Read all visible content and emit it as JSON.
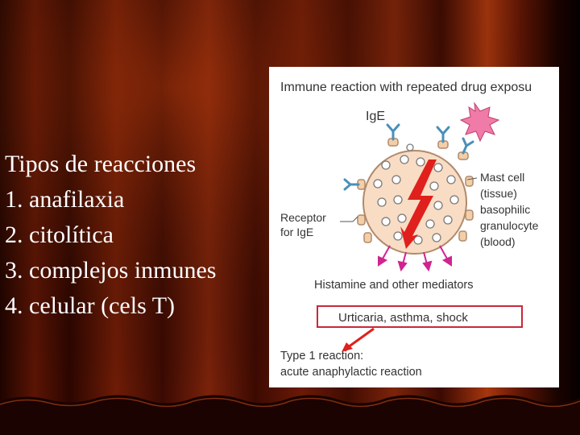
{
  "slide": {
    "lines": [
      "Tipos de reacciones",
      "1. anafilaxia",
      "2. citolítica",
      "3. complejos inmunes",
      "4. celular (cels T)"
    ]
  },
  "figure": {
    "title": "Immune reaction with repeated drug exposu",
    "ige_label": "IgE",
    "receptor_label_1": "Receptor",
    "receptor_label_2": "for IgE",
    "mast_cell_lines": [
      "Mast cell",
      "(tissue)",
      "basophilic",
      "granulocyte",
      "(blood)"
    ],
    "mediators_label": "Histamine and other mediators",
    "symptoms_label": "Urticaria, asthma, shock",
    "reaction_type_1": "Type 1 reaction:",
    "reaction_type_2": "acute anaphylactic reaction"
  },
  "colors": {
    "curtain_dark": "#2a0500",
    "curtain_mid": "#6b1a05",
    "curtain_light": "#a8340c",
    "cell_fill": "#f8dcc4",
    "cell_stroke": "#b08a6c",
    "lightning": "#e0201c",
    "antibody": "#4a90b8",
    "allergen": "#f07aa8",
    "mediator_arrow": "#d02490",
    "symptom_border": "#c8283c"
  }
}
